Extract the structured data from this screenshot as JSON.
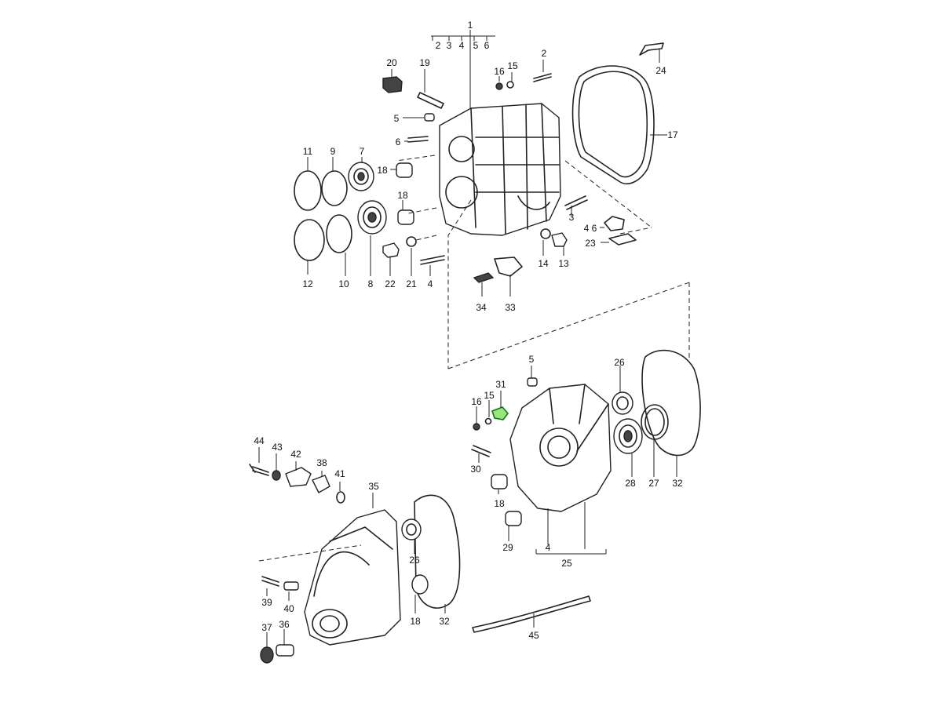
{
  "diagram": {
    "labels": [
      {
        "id": "l1",
        "text": "1"
      },
      {
        "id": "l1-2",
        "text": "2"
      },
      {
        "id": "l1-3",
        "text": "3"
      },
      {
        "id": "l1-4",
        "text": "4"
      },
      {
        "id": "l1-5",
        "text": "5"
      },
      {
        "id": "l1-6",
        "text": "6"
      },
      {
        "id": "l20",
        "text": "20"
      },
      {
        "id": "l19",
        "text": "19"
      },
      {
        "id": "l16a",
        "text": "16"
      },
      {
        "id": "l15a",
        "text": "15"
      },
      {
        "id": "l2",
        "text": "2"
      },
      {
        "id": "l24",
        "text": "24"
      },
      {
        "id": "l17",
        "text": "17"
      },
      {
        "id": "l5a",
        "text": "5"
      },
      {
        "id": "l6a",
        "text": "6"
      },
      {
        "id": "l11",
        "text": "11"
      },
      {
        "id": "l9",
        "text": "9"
      },
      {
        "id": "l7",
        "text": "7"
      },
      {
        "id": "l18a",
        "text": "18"
      },
      {
        "id": "l18b",
        "text": "18"
      },
      {
        "id": "l3",
        "text": "3"
      },
      {
        "id": "l46",
        "text": "4 6"
      },
      {
        "id": "l23",
        "text": "23"
      },
      {
        "id": "l12",
        "text": "12"
      },
      {
        "id": "l10",
        "text": "10"
      },
      {
        "id": "l8",
        "text": "8"
      },
      {
        "id": "l22",
        "text": "22"
      },
      {
        "id": "l21",
        "text": "21"
      },
      {
        "id": "l4a",
        "text": "4"
      },
      {
        "id": "l14",
        "text": "14"
      },
      {
        "id": "l13",
        "text": "13"
      },
      {
        "id": "l34",
        "text": "34"
      },
      {
        "id": "l33",
        "text": "33"
      },
      {
        "id": "l5b",
        "text": "5"
      },
      {
        "id": "l26a",
        "text": "26"
      },
      {
        "id": "l31",
        "text": "31"
      },
      {
        "id": "l15b",
        "text": "15"
      },
      {
        "id": "l16b",
        "text": "16"
      },
      {
        "id": "l30",
        "text": "30"
      },
      {
        "id": "l28",
        "text": "28"
      },
      {
        "id": "l27",
        "text": "27"
      },
      {
        "id": "l32a",
        "text": "32"
      },
      {
        "id": "l18c",
        "text": "18"
      },
      {
        "id": "l29",
        "text": "29"
      },
      {
        "id": "l4b",
        "text": "4"
      },
      {
        "id": "l25",
        "text": "25"
      },
      {
        "id": "l44",
        "text": "44"
      },
      {
        "id": "l43",
        "text": "43"
      },
      {
        "id": "l42",
        "text": "42"
      },
      {
        "id": "l38",
        "text": "38"
      },
      {
        "id": "l41",
        "text": "41"
      },
      {
        "id": "l35",
        "text": "35"
      },
      {
        "id": "l26b",
        "text": "26"
      },
      {
        "id": "l39",
        "text": "39"
      },
      {
        "id": "l40",
        "text": "40"
      },
      {
        "id": "l18d",
        "text": "18"
      },
      {
        "id": "l32b",
        "text": "32"
      },
      {
        "id": "l37",
        "text": "37"
      },
      {
        "id": "l36",
        "text": "36"
      },
      {
        "id": "l45",
        "text": "45"
      }
    ]
  }
}
